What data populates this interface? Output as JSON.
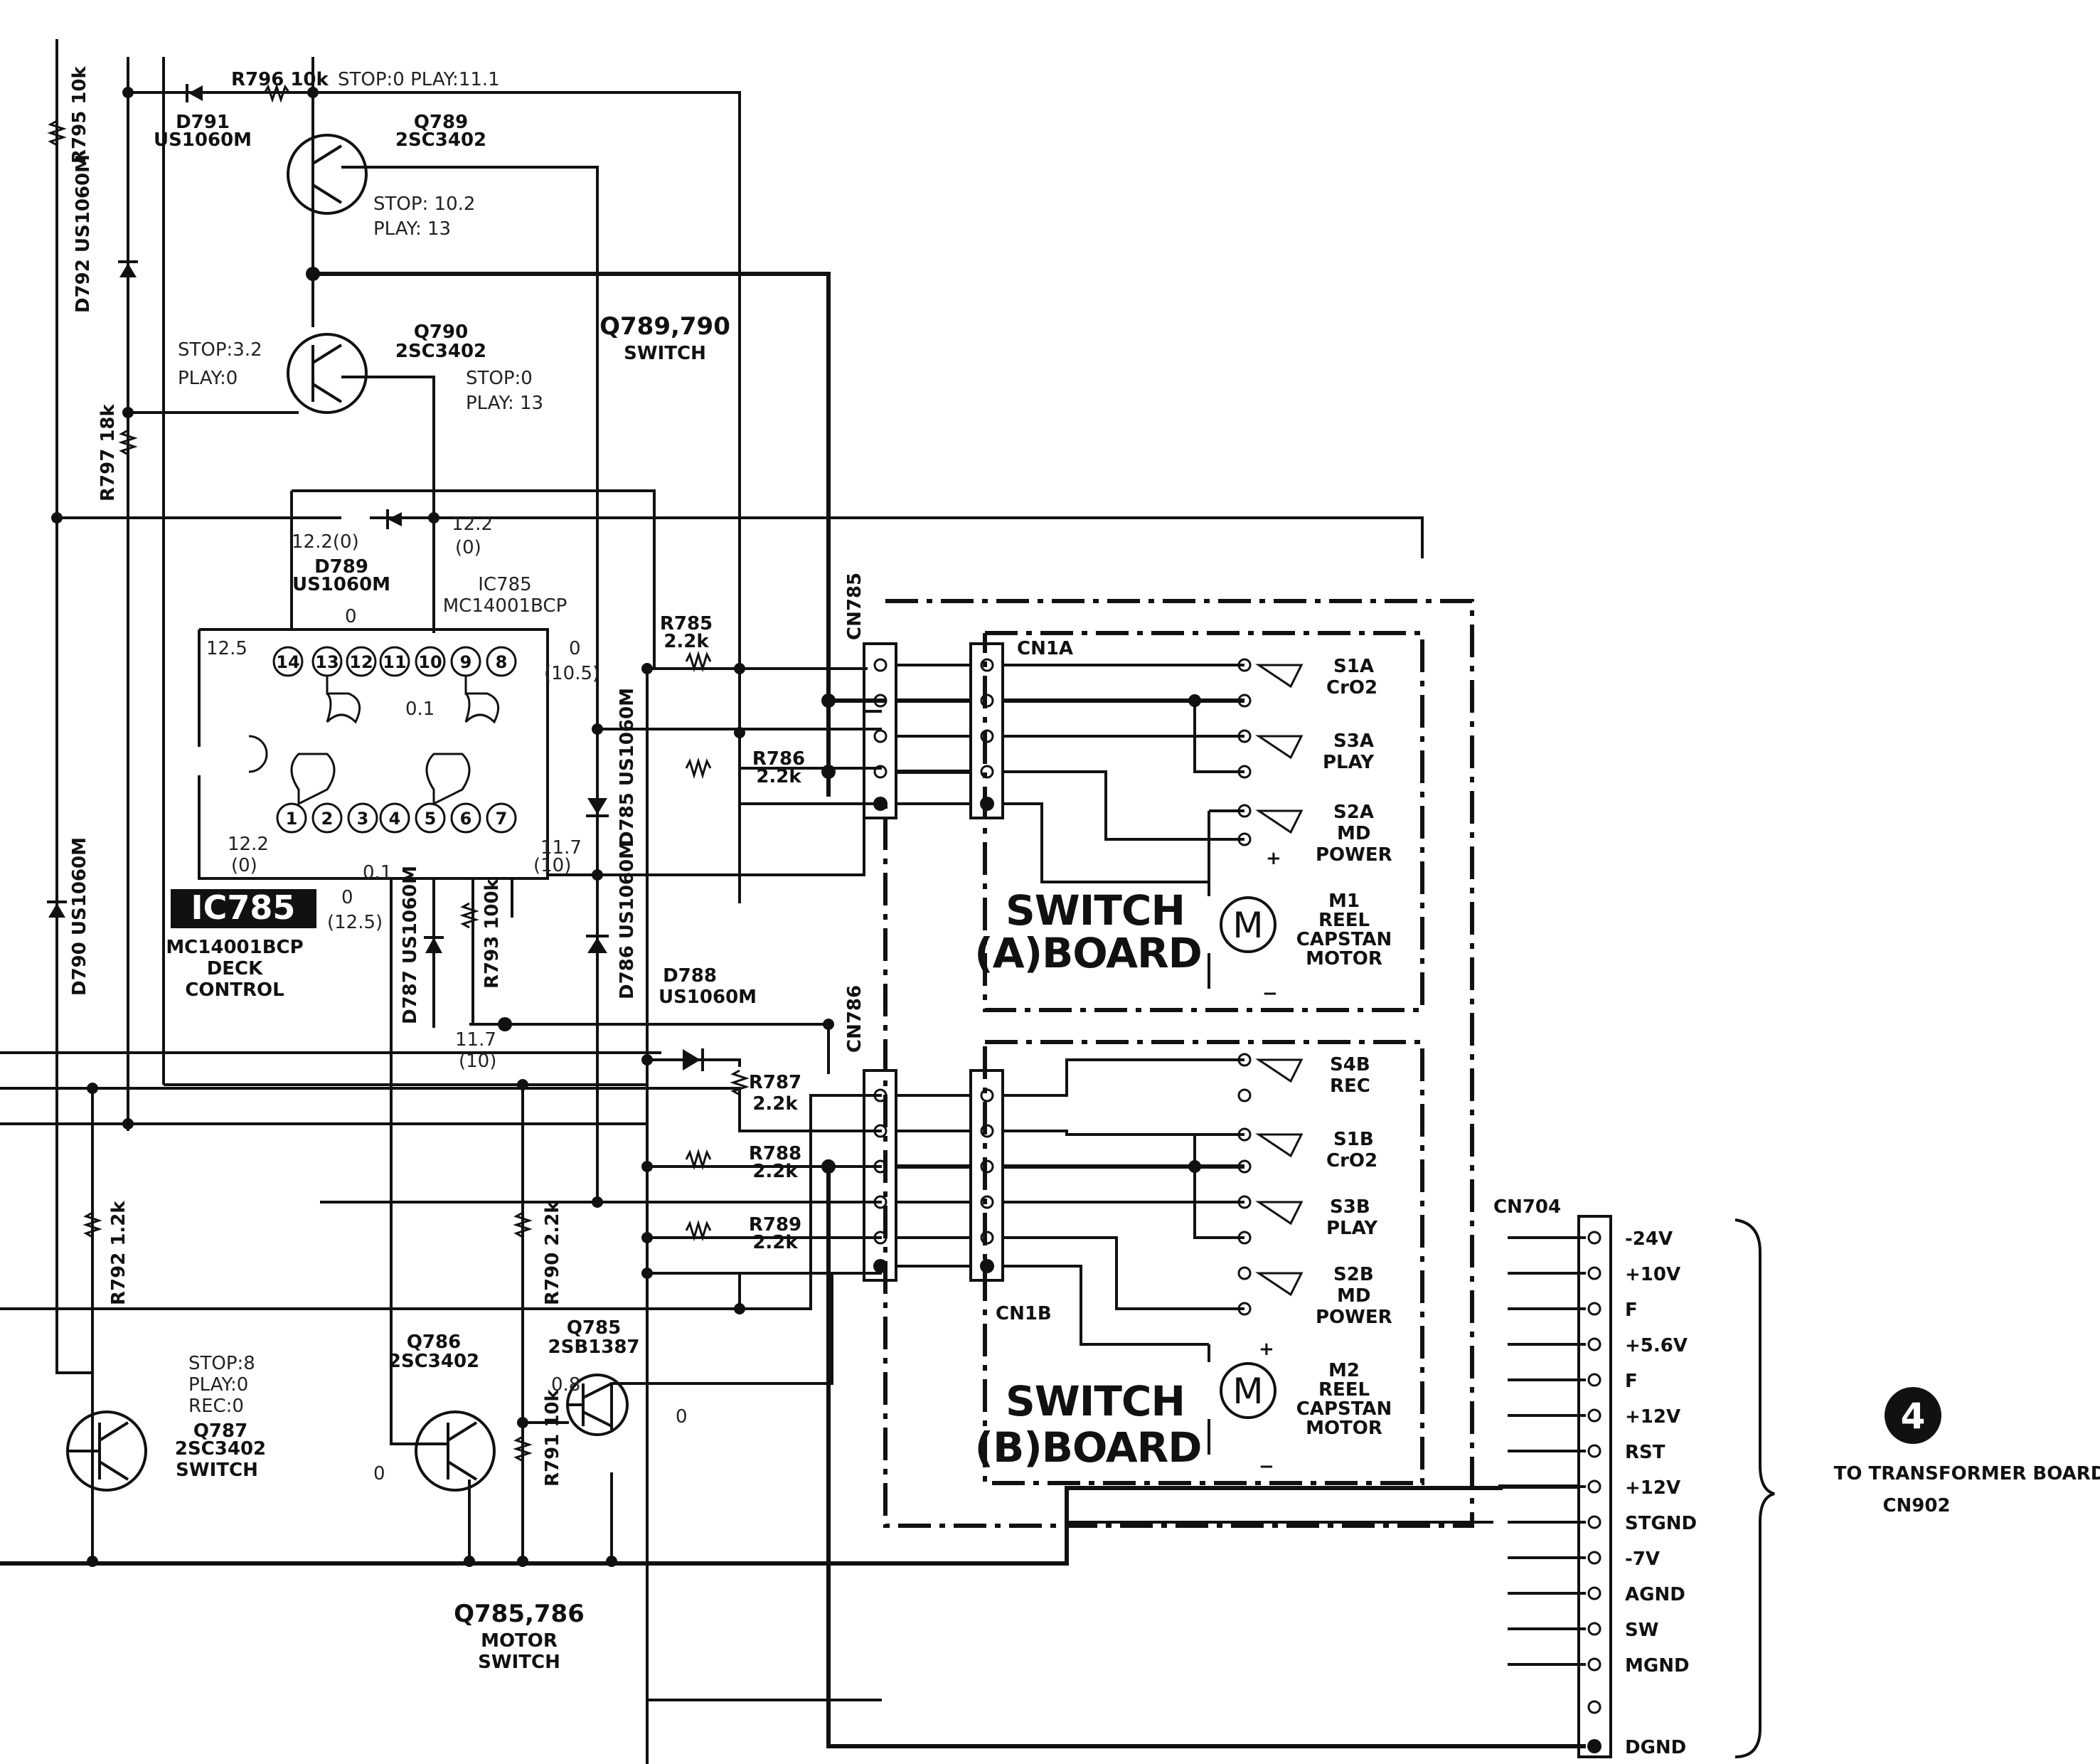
{
  "labels": {
    "r796": "R796 10k",
    "q789_volt": "STOP:0  PLAY:11.1",
    "r795": "R795 10k",
    "d791": "D791",
    "d791_part": "US1060M",
    "q789": "Q789",
    "q789_part": "2SC3402",
    "q789_stop": "STOP: 10.2",
    "q789_play": "PLAY: 13",
    "d792": "D792 US1060M",
    "switch_title": "Q789,790",
    "switch_sub": "SWITCH",
    "q790_in_stop": "STOP:3.2",
    "q790_in_play": "PLAY:0",
    "q790": "Q790",
    "q790_part": "2SC3402",
    "q790_stop": "STOP:0",
    "q790_play": "PLAY: 13",
    "r797": "R797 18k",
    "v122_a": "12.2(0)",
    "v122_b": "12.2",
    "v0_a": "(0)",
    "d789": "D789",
    "d789_part": "US1060M",
    "ic785_small": "IC785",
    "ic785_part_small": "MC14001BCP",
    "v125": "12.5",
    "v0_pin12": "0",
    "v0_pin8": "0",
    "v105": "(10.5)",
    "v01_top": "0.1",
    "v122_c": "12.2",
    "v0_c": "(0)",
    "v01_bot": "0.1",
    "v0_d": "0",
    "v125b": "(12.5)",
    "v117": "11.7",
    "v10": "(10)",
    "ic785_big": "IC785",
    "ic785_part": "MC14001BCP",
    "ic785_desc1": "DECK",
    "ic785_desc2": "CONTROL",
    "d790": "D790 US1060M",
    "d787": "D787 US1060M",
    "r793": "R793 100k",
    "v117b": "11.7",
    "v10b": "(10)",
    "r785": "R785",
    "r785_v": "2.2k",
    "r786": "R786",
    "r786_v": "2.2k",
    "d785": "D785 US1060M",
    "d786": "D786 US1060M",
    "d788": "D788",
    "d788_part": "US1060M",
    "r787": "R787",
    "r787_v": "2.2k",
    "r788": "R788",
    "r788_v": "2.2k",
    "r789": "R789",
    "r789_v": "2.2k",
    "cn785": "CN785",
    "cn786": "CN786",
    "cn1a": "CN1A",
    "cn1b": "CN1B",
    "s1a": "S1A",
    "s1a_sub": "CrO2",
    "s3a": "S3A",
    "s3a_sub": "PLAY",
    "s2a": "S2A",
    "s2a_sub1": "MD",
    "s2a_sub2": "POWER",
    "m1": "M1",
    "m1_sub1": "REEL",
    "m1_sub2": "CAPSTAN",
    "m1_sub3": "MOTOR",
    "switch_a_1": "SWITCH",
    "switch_a_2": "(A)BOARD",
    "s4b": "S4B",
    "s4b_sub": "REC",
    "s1b": "S1B",
    "s1b_sub": "CrO2",
    "s3b": "S3B",
    "s3b_sub": "PLAY",
    "s2b": "S2B",
    "s2b_sub1": "MD",
    "s2b_sub2": "POWER",
    "m2": "M2",
    "m2_sub1": "REEL",
    "m2_sub2": "CAPSTAN",
    "m2_sub3": "MOTOR",
    "switch_b_1": "SWITCH",
    "switch_b_2": "(B)BOARD",
    "motor_letter": "M",
    "plus": "+",
    "minus": "−",
    "r792": "R792 1.2k",
    "r790": "R790 2.2k",
    "r791": "R791 10k",
    "q787_stop": "STOP:8",
    "q787_play": "PLAY:0",
    "q787_rec": "REC:0",
    "q787": "Q787",
    "q787_part": "2SC3402",
    "q787_sub": "SWITCH",
    "q786": "Q786",
    "q786_part": "2SC3402",
    "q785": "Q785",
    "q785_part": "2SB1387",
    "v08": "0.8",
    "v0_q785": "0",
    "v0_q786": "0",
    "motor_switch_title": "Q785,786",
    "motor_switch_sub1": "MOTOR",
    "motor_switch_sub2": "SWITCH",
    "cn704": "CN704",
    "to_transformer": "TO TRANSFORMER BOARD",
    "cn902": "CN902",
    "badge": "4"
  },
  "ic_pins_top": [
    "14",
    "13",
    "12",
    "11",
    "10",
    "9",
    "8"
  ],
  "ic_pins_bottom": [
    "1",
    "2",
    "3",
    "4",
    "5",
    "6",
    "7"
  ],
  "cn704_pins": [
    "-24V",
    "+10V",
    "F",
    "+5.6V",
    "F",
    "+12V",
    "RST",
    "+12V",
    "STGND",
    "-7V",
    "AGND",
    "SW",
    "MGND",
    "",
    "DGND"
  ]
}
